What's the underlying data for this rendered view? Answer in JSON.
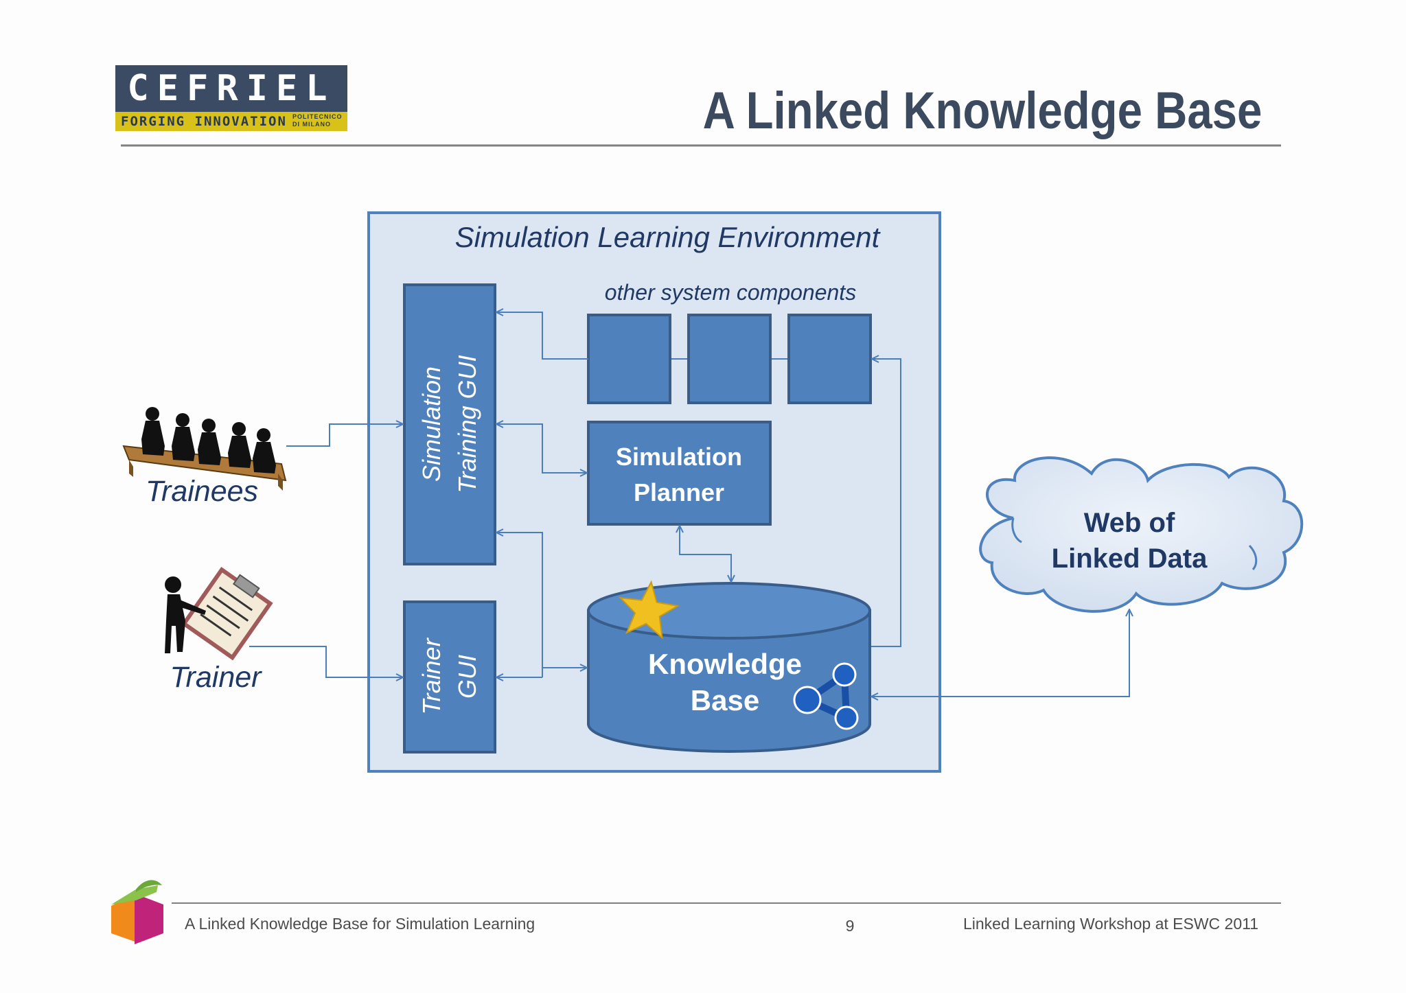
{
  "header": {
    "logo_text": "CEFRIEL",
    "logo_tagline": "FORGING INNOVATION",
    "logo_partner": "POLITECNICO DI MILANO",
    "title": "A Linked Knowledge Base"
  },
  "diagram": {
    "environment_label": "Simulation Learning Environment",
    "other_components_label": "other system components",
    "sim_training_gui_line1": "Simulation",
    "sim_training_gui_line2": "Training GUI",
    "trainer_gui_line1": "Trainer",
    "trainer_gui_line2": "GUI",
    "planner_line1": "Simulation",
    "planner_line2": "Planner",
    "kb_line1": "Knowledge",
    "kb_line2": "Base",
    "cloud_line1": "Web of",
    "cloud_line2": "Linked Data",
    "trainees_label": "Trainees",
    "trainer_label": "Trainer"
  },
  "colors": {
    "box_fill": "#4f81bd",
    "box_stroke": "#385d8a",
    "environment_fill": "#dce6f2",
    "arrow": "#4a7ebb",
    "label_text": "#1f3864"
  },
  "footer": {
    "left_text": "A Linked Knowledge Base for Simulation Learning",
    "page_number": "9",
    "right_text": "Linked Learning Workshop at ESWC 2011"
  }
}
